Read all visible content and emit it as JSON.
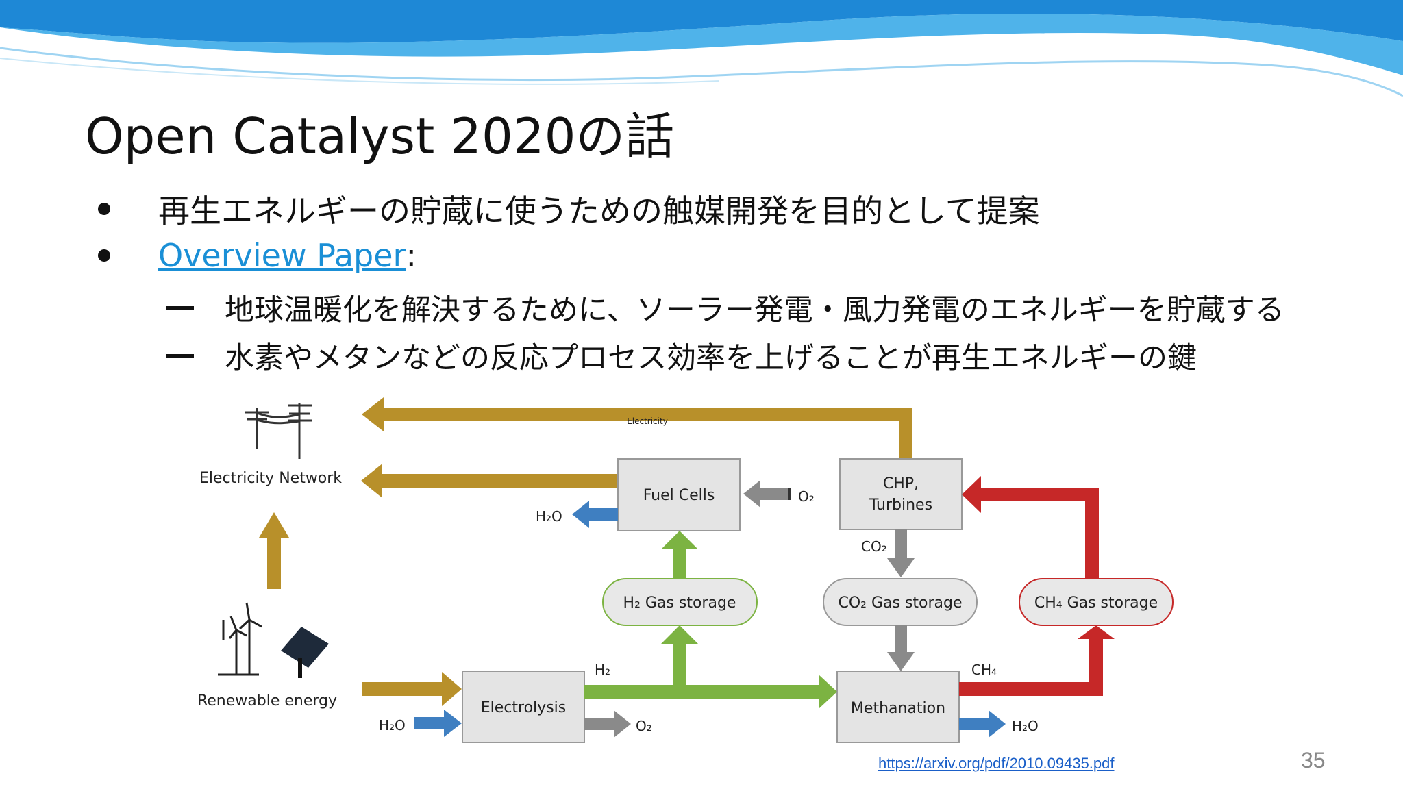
{
  "slide": {
    "title": "Open Catalyst 2020の話",
    "bullets": [
      {
        "text": "再生エネルギーの貯蔵に使うための触媒開発を目的として提案"
      },
      {
        "link": "Overview Paper",
        "suffix": ":"
      }
    ],
    "sub_bullets": [
      "地球温暖化を解決するために、ソーラー発電・風力発電のエネルギーを貯蔵する",
      "水素やメタンなどの反応プロセス効率を上げることが再生エネルギーの鍵"
    ],
    "source_link": "https://arxiv.org/pdf/2010.09435.pdf",
    "page_number": "35"
  },
  "diagram": {
    "electricity_label": "Electricity",
    "electricity_network": "Electricity Network",
    "renewable_energy": "Renewable energy",
    "fuel_cells": "Fuel Cells",
    "chp_line1": "CHP,",
    "chp_line2": "Turbines",
    "electrolysis": "Electrolysis",
    "methanation": "Methanation",
    "h2_storage": "H₂ Gas storage",
    "co2_storage": "CO₂ Gas storage",
    "ch4_storage": "CH₄ Gas storage",
    "o2_fuel": "O₂",
    "h2o_fuel": "H₂O",
    "co2_chp": "CO₂",
    "h2_flow": "H₂",
    "ch4_flow": "CH₄",
    "h2o_in": "H₂O",
    "o2_out": "O₂",
    "h2o_out": "H₂O"
  },
  "colors": {
    "electric": "#b8902a",
    "hydrogen": "#7cb342",
    "methane": "#c62828",
    "co2": "#8a8a8a",
    "water": "#3f7fc1",
    "link": "#1a8fd6"
  }
}
